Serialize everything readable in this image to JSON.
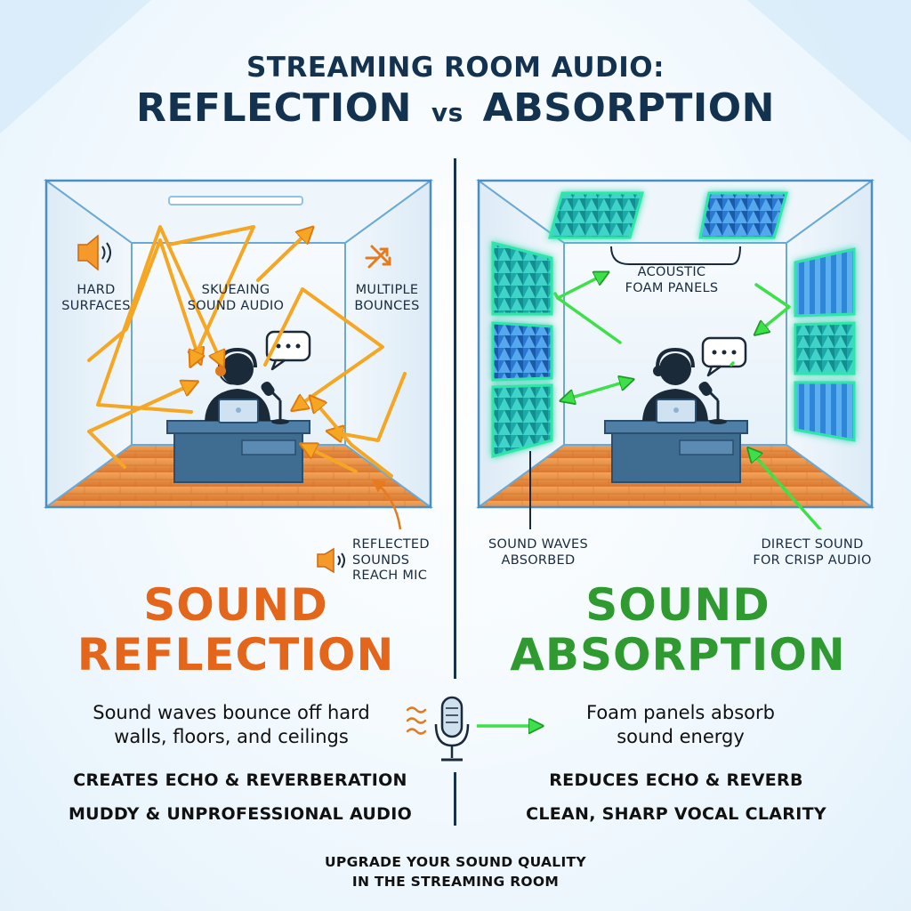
{
  "header": {
    "title_line1": "STREAMING ROOM AUDIO:",
    "title_left": "REFLECTION",
    "title_vs": "vs",
    "title_right": "ABSORPTION"
  },
  "left": {
    "hard_surfaces": "HARD\nSURFACES",
    "skueaing": "SKUEAING\nSOUND AUDIO",
    "multiple_bounces": "MULTIPLE\nBOUNCES",
    "reflected_sounds": "REFLECTED\nSOUNDS\nREACH MIC",
    "heading_line1": "SOUND",
    "heading_line2": "REFLECTION",
    "description": "Sound waves bounce off hard\nwalls, floors, and ceilings",
    "bullet1": "CREATES ECHO & REVERBERATION",
    "bullet2": "MUDDY & UNPROFESSIONAL AUDIO"
  },
  "right": {
    "acoustic_panels": "ACOUSTIC\nFOAM PANELS",
    "waves_absorbed": "SOUND WAVES\nABSORBED",
    "direct_sound": "DIRECT SOUND\nFOR CRISP AUDIO",
    "heading_line1": "SOUND",
    "heading_line2": "ABSORPTION",
    "description": "Foam panels absorb\nsound energy",
    "bullet1": "REDUCES ECHO & REVERB",
    "bullet2": "CLEAN, SHARP VOCAL CLARITY"
  },
  "footer": {
    "line1": "UPGRADE YOUR SOUND QUALITY",
    "line2": "IN THE STREAMING ROOM"
  },
  "colors": {
    "navy": "#13324f",
    "orange": "#e3661a",
    "green": "#2f9a2f",
    "arrow_orange": "#f5a623",
    "arrow_green": "#3ee04a",
    "foam_teal": "#1fb5b0",
    "foam_blue": "#2a7fd6"
  }
}
